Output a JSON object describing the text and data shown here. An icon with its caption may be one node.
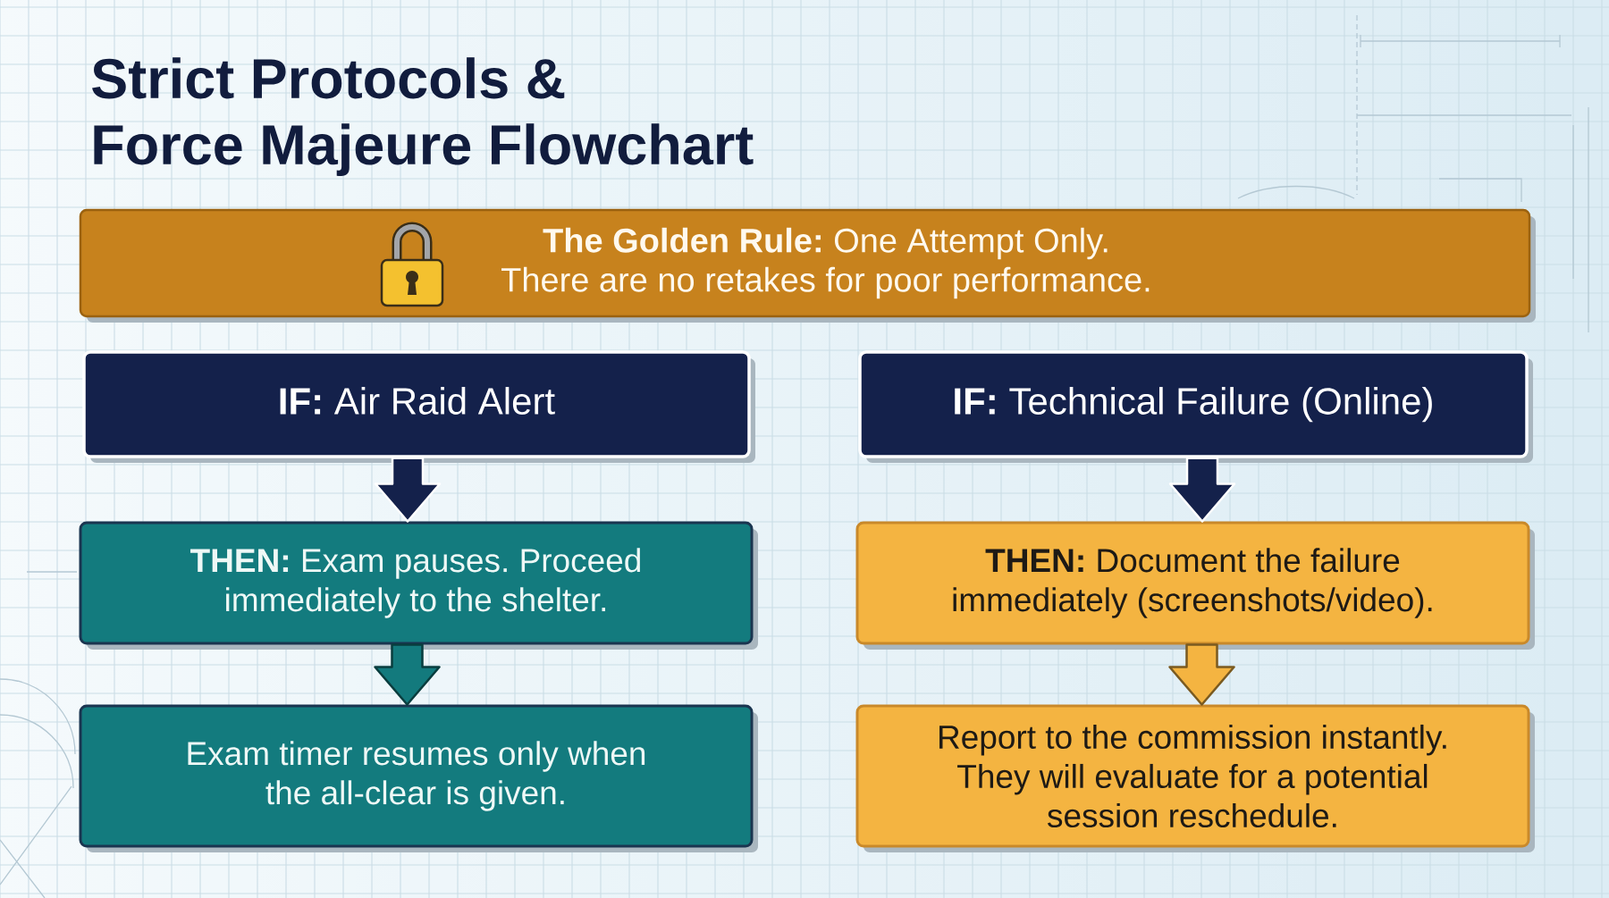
{
  "diagram": {
    "title": "Strict Protocols & Force Majeure Flowchart",
    "nodes": [
      {
        "text": [
          "**The Golden Rule:** One Attempt Only. There are no retakes for poor performance."
        ]
      },
      {
        "text": [
          "**IF:** Air Raid Alert"
        ]
      },
      {
        "text": [
          "**THEN:** Exam pauses. Proceed immediately to the shelter."
        ]
      },
      {
        "text": [
          "Exam timer resumes only when the all-clear is given."
        ]
      },
      {
        "text": [
          "**IF:** Technical Failure (Online)"
        ]
      },
      {
        "text": [
          "**THEN:** Document the failure immediately (screenshots/video)."
        ]
      },
      {
        "text": [
          "Report to the commission instantly. They will evaluate for a potential session reschedule."
        ]
      }
    ],
    "edges": [
      {
        "from": 1,
        "to": 2,
        "arrow": "to"
      },
      {
        "from": 2,
        "to": 3,
        "arrow": "to",
        "color": "#137a7d"
      },
      {
        "from": 4,
        "to": 5,
        "arrow": "to"
      },
      {
        "from": 5,
        "to": 6,
        "arrow": "to",
        "color": "#f4b441"
      }
    ]
  }
}
